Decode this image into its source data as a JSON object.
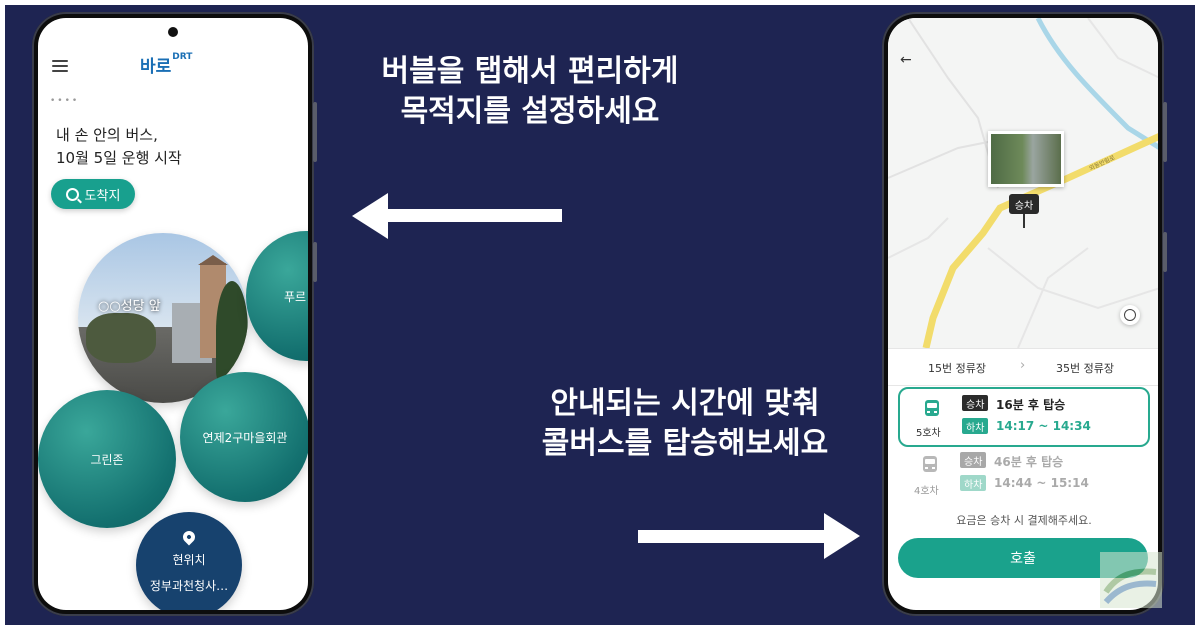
{
  "left_app": {
    "logo_main": "바로",
    "logo_sup": "DRT",
    "dots": "••••",
    "headline_line1": "내 손 안의 버스,",
    "headline_line2": "10월 5일 운행 시작",
    "destination_button": "도착지",
    "bubble_photo_label": "○○성당 앞",
    "bubble_right_label": "푸르",
    "bubble_green_zone": "그린존",
    "bubble_hall": "연제2구마을회관",
    "current_location_label": "현위치",
    "current_location_place": "정부과천청사…"
  },
  "captions": {
    "top_line1": "버블을 탭해서 편리하게",
    "top_line2": "목적지를 설정하세요",
    "bottom_line1": "안내되는 시간에 맞춰",
    "bottom_line2": "콜버스를 탑승해보세요"
  },
  "right_app": {
    "back_glyph": "←",
    "board_marker": "승차",
    "road_label": "외동반림로",
    "route_from": "15번 정류장",
    "route_to": "35번 정류장",
    "route_sep": "›",
    "bus1": {
      "car": "5호차",
      "board_tag": "승차",
      "board_eta": "16분 후 탑승",
      "alight_tag": "하차",
      "time_range": "14:17 ~ 14:34"
    },
    "bus2": {
      "car": "4호차",
      "board_tag": "승차",
      "board_eta": "46분 후 탑승",
      "alight_tag": "하차",
      "time_range": "14:44 ~ 15:14"
    },
    "fare_note": "요금은 승차 시 결제해주세요.",
    "call_button": "호출"
  },
  "colors": {
    "background": "#1e2452",
    "teal": "#18a08e",
    "bubble_navy": "#17426e",
    "route_yellow": "#f2dc6b",
    "active_green": "#28a98f",
    "inactive_gray": "#a8a8a8"
  },
  "icons": [
    "menu-icon",
    "search-icon",
    "pin-icon",
    "back-arrow-icon",
    "target-icon",
    "bus-icon",
    "arrow-left-icon",
    "arrow-right-icon"
  ]
}
